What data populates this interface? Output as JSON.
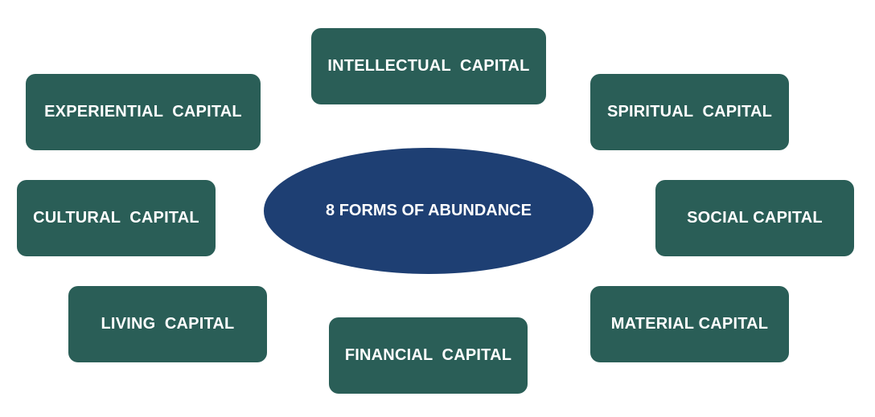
{
  "center": {
    "label": "8 FORMS OF ABUNDANCE",
    "color": "#1e3f73"
  },
  "nodes": {
    "intellectual": "INTELLECTUAL  CAPITAL",
    "experiential": "EXPERIENTIAL  CAPITAL",
    "spiritual": "SPIRITUAL  CAPITAL",
    "cultural": "CULTURAL  CAPITAL",
    "social": "SOCIAL CAPITAL",
    "living": "LIVING  CAPITAL",
    "material": "MATERIAL CAPITAL",
    "financial": "FINANCIAL  CAPITAL"
  },
  "colors": {
    "node_fill": "#2a5e57",
    "text": "#ffffff",
    "background": "#ffffff"
  }
}
